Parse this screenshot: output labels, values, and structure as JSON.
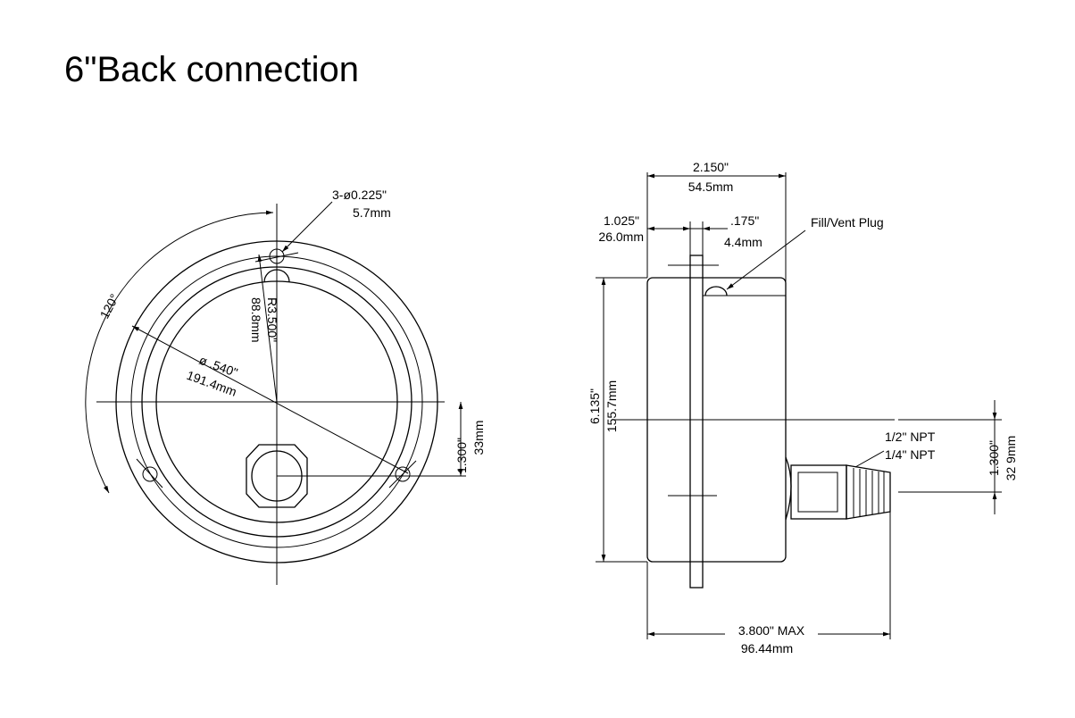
{
  "title": "6\"Back connection",
  "front_view": {
    "hole_callout": "3-ø0.225\"",
    "hole_callout_mm": "5.7mm",
    "radius_callout": "R3.500\"",
    "radius_callout_mm": "88.8mm",
    "angle_callout": "120°",
    "diameter_callout": "ø .540\"",
    "diameter_callout_mm": "191.4mm",
    "offset_callout": "1.300\"",
    "offset_callout_mm": "33mm"
  },
  "side_view": {
    "overall_depth": "2.150\"",
    "overall_depth_mm": "54.5mm",
    "flange_offset": "1.025\"",
    "flange_offset_mm": "26.0mm",
    "flange_thickness": ".175\"",
    "flange_thickness_mm": "4.4mm",
    "fill_vent_label": "Fill/Vent Plug",
    "height": "6.135\"",
    "height_mm": "155.7mm",
    "npt_half": "1/2\" NPT",
    "npt_quarter": "1/4\" NPT",
    "offset": "1.300\"",
    "offset_mm": "32 9mm",
    "max_length": "3.800\" MAX",
    "max_length_mm": "96.44mm"
  }
}
